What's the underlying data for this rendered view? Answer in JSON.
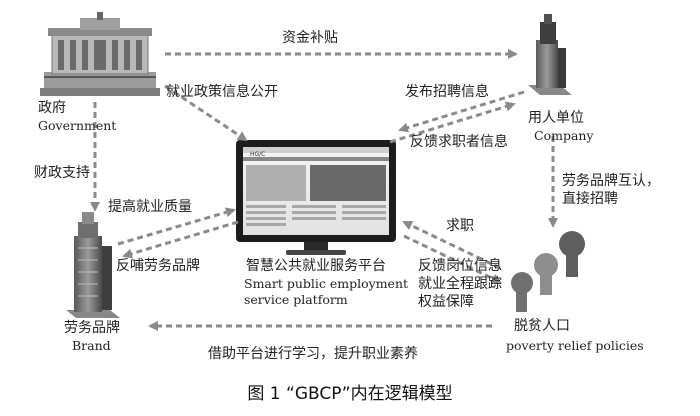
{
  "nodes": {
    "government": {
      "label_cn": "政府",
      "label_en": "Government"
    },
    "company": {
      "label_cn": "用人单位",
      "label_en": "Company"
    },
    "brand": {
      "label_cn": "劳务品牌",
      "label_en": "Brand"
    },
    "poverty": {
      "label_cn": "脱贫人口",
      "label_en": "poverty relief policies"
    },
    "platform": {
      "label_cn": "智慧公共就业服务平台",
      "label_en_line1": "Smart public employment",
      "label_en_line2": "service platform",
      "screen_logo": "HG/C"
    }
  },
  "edges": {
    "gov_to_company": "资金补贴",
    "gov_to_platform": "就业政策信息公开",
    "gov_to_brand": "财政支持",
    "company_to_platform": "发布招聘信息",
    "platform_to_company": "反馈求职者信息",
    "company_to_poverty_line1": "劳务品牌互认，",
    "company_to_poverty_line2": "直接招聘",
    "brand_to_platform": "提高就业质量",
    "platform_to_brand": "反哺劳务品牌",
    "poverty_to_platform": "求职",
    "platform_to_poverty_line1": "反馈岗位信息",
    "platform_to_poverty_line2": "就业全程跟踪",
    "platform_to_poverty_line3": "权益保障",
    "poverty_to_brand": "借助平台进行学习，提升职业素养"
  },
  "caption": "图 1 “GBCP”内在逻辑模型",
  "colors": {
    "arrow": "#8a8a8a",
    "text": "#222222",
    "building": "#6f6f6f"
  }
}
